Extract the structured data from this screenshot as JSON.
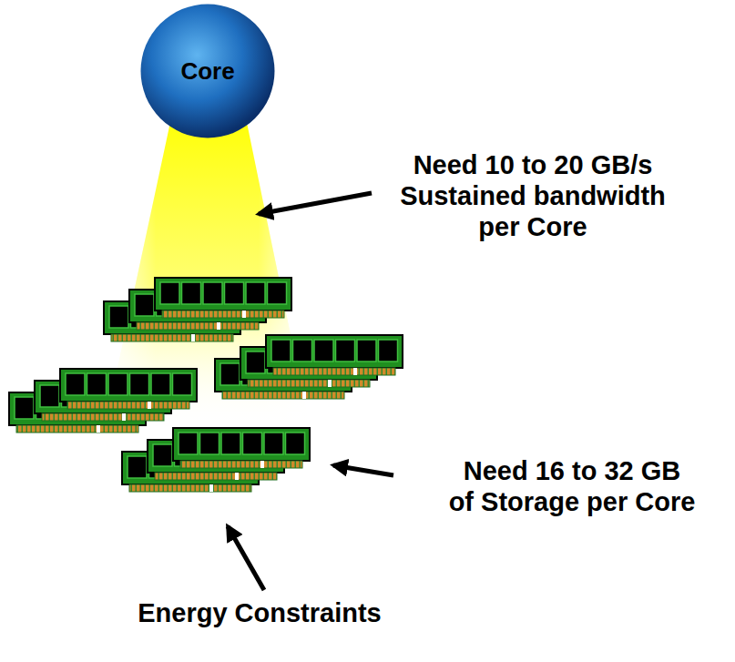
{
  "diagram": {
    "nodes": [
      {
        "text": [
          "Core"
        ]
      }
    ],
    "labels": [
      "Need 10 to 20 GB/s Sustained bandwidth per Core",
      "Need 16 to 32 GB of Storage per Core",
      "Energy Constraints"
    ]
  }
}
